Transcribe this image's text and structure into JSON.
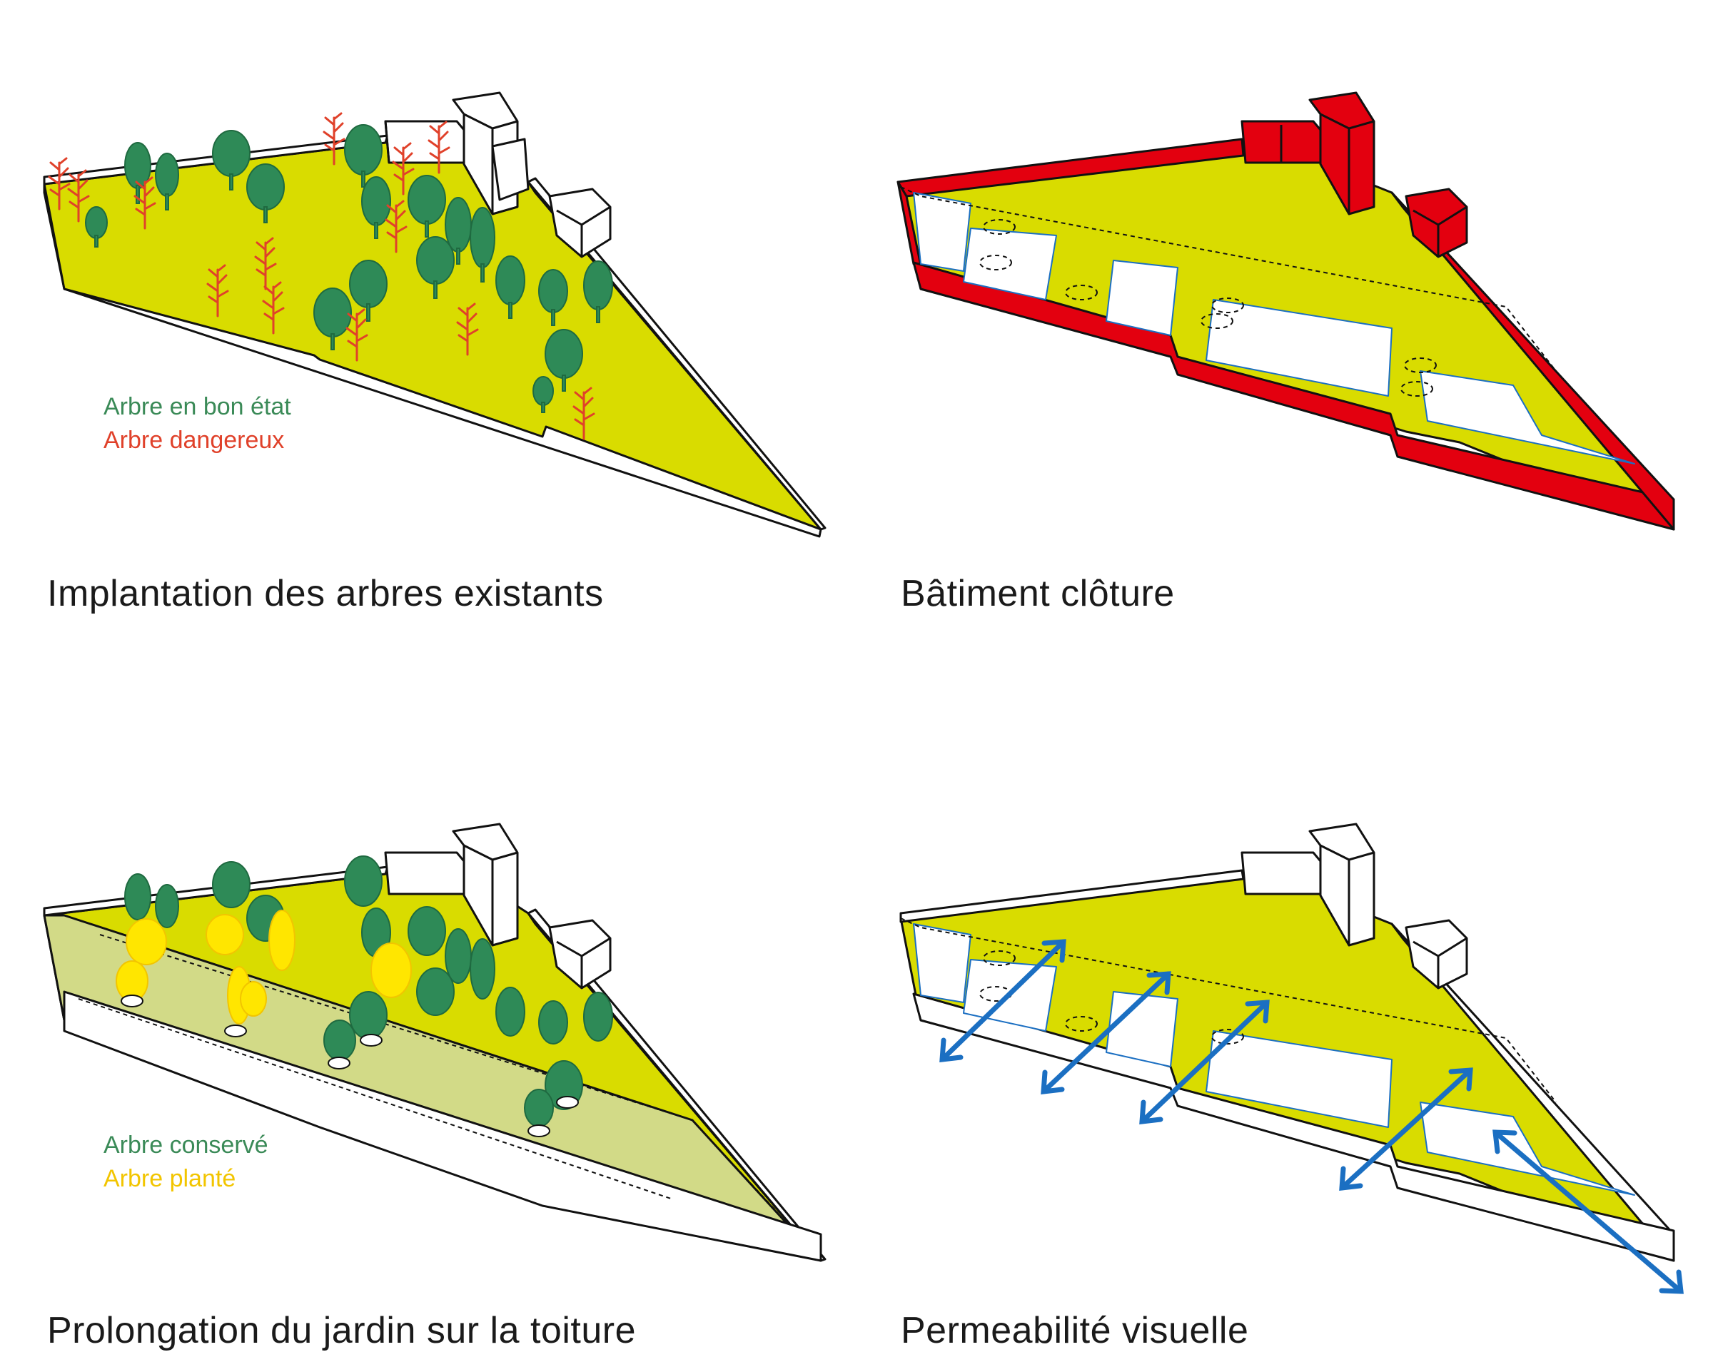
{
  "panels": [
    {
      "caption": "Implantation des arbres existants",
      "legend": [
        {
          "label": "Arbre en bon état",
          "color": "#3a8a57"
        },
        {
          "label": "Arbre dangereux",
          "color": "#e0412a"
        }
      ]
    },
    {
      "caption": "Bâtiment clôture",
      "legend": []
    },
    {
      "caption": "Prolongation du jardin sur la toiture",
      "legend": [
        {
          "label": "Arbre conservé",
          "color": "#3a8a57"
        },
        {
          "label": "Arbre planté",
          "color": "#f2c500"
        }
      ]
    },
    {
      "caption": "Permeabilité visuelle",
      "legend": []
    }
  ],
  "colors": {
    "site": "#d9dc00",
    "roof_garden": "#d2d98e",
    "tree_good": "#2e8a57",
    "tree_danger": "#e0412a",
    "tree_planted": "#ffe600",
    "enclosure": "#e3000f",
    "arrow": "#1b6fc2",
    "outline": "#111111"
  }
}
